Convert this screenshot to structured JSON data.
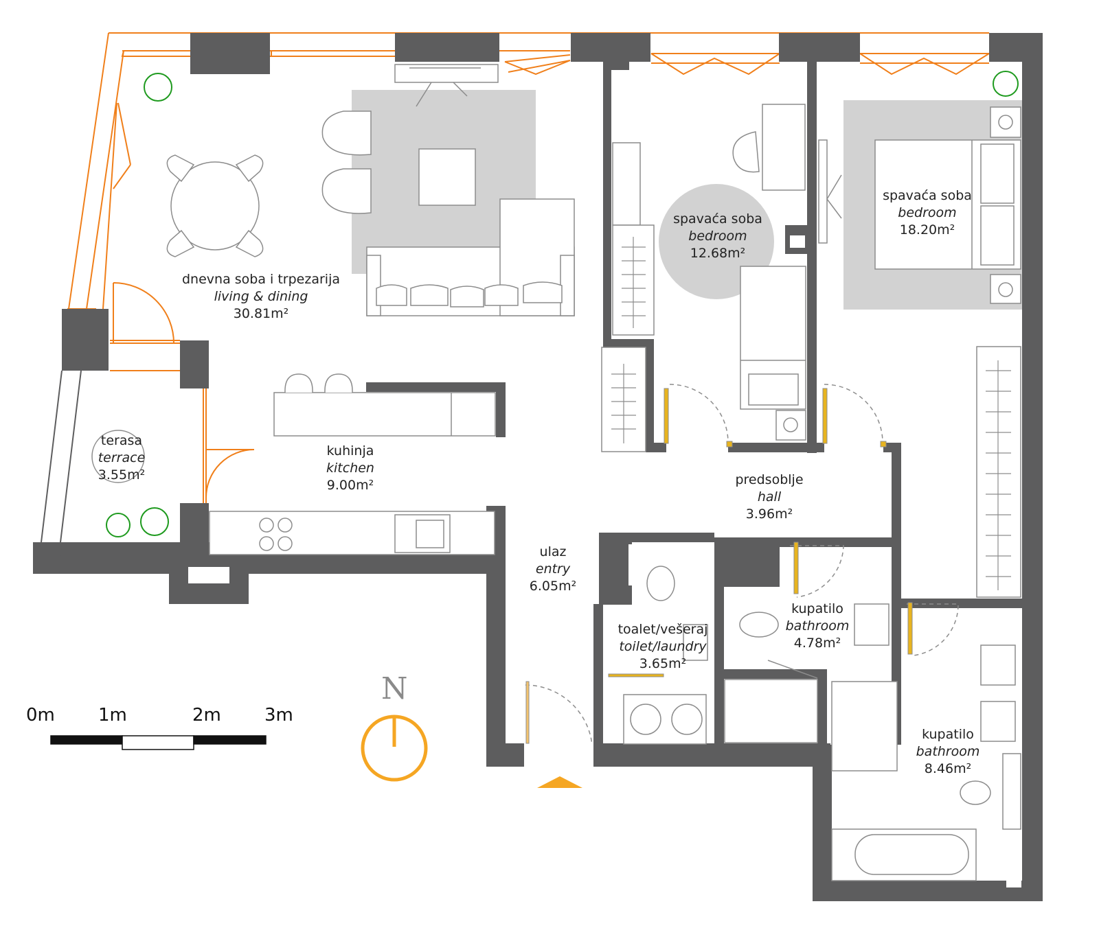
{
  "colors": {
    "wall": "#5d5d5e",
    "window": "#f07f1a",
    "door_hinge": "#e8b41f",
    "rug": "#d2d2d2",
    "furniture_line": "#8c8c8c",
    "plant": "#1e9a1e",
    "north": "#f5a623"
  },
  "rooms": [
    {
      "id": "living",
      "name_sr": "dnevna soba i trpezarija",
      "name_en": "living & dining",
      "area": "30.81m²"
    },
    {
      "id": "kitchen",
      "name_sr": "kuhinja",
      "name_en": "kitchen",
      "area": "9.00m²"
    },
    {
      "id": "terrace",
      "name_sr": "terasa",
      "name_en": "terrace",
      "area": "3.55m²"
    },
    {
      "id": "bedroom1",
      "name_sr": "spavaća soba",
      "name_en": "bedroom",
      "area": "12.68m²"
    },
    {
      "id": "bedroom2",
      "name_sr": "spavaća soba",
      "name_en": "bedroom",
      "area": "18.20m²"
    },
    {
      "id": "hall",
      "name_sr": "predsoblje",
      "name_en": "hall",
      "area": "3.96m²"
    },
    {
      "id": "entry",
      "name_sr": "ulaz",
      "name_en": "entry",
      "area": "6.05m²"
    },
    {
      "id": "toilet",
      "name_sr": "toalet/vešeraj",
      "name_en": "toilet/laundry",
      "area": "3.65m²"
    },
    {
      "id": "bath1",
      "name_sr": "kupatilo",
      "name_en": "bathroom",
      "area": "4.78m²"
    },
    {
      "id": "bath2",
      "name_sr": "kupatilo",
      "name_en": "bathroom",
      "area": "8.46m²"
    }
  ],
  "scale_bar": {
    "labels": [
      "0m",
      "1m",
      "2m",
      "3m"
    ]
  },
  "north": {
    "label": "N"
  }
}
